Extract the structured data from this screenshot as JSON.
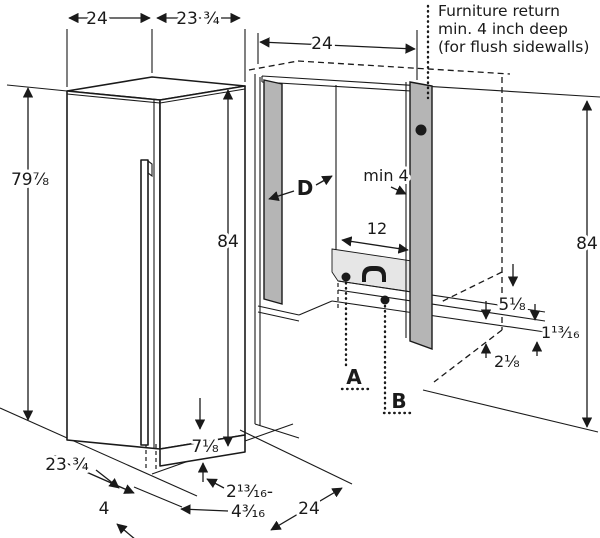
{
  "colors": {
    "line": "#1a1a1a",
    "panel_gray": "#b5b5b5",
    "zone_gray": "#e6e6e6",
    "background": "#ffffff"
  },
  "appliance": {
    "width_top": "24",
    "depth_top": "23 ³⁄₄",
    "height": "79⁷⁄₈",
    "niche_height": "84",
    "base_height": "7¹⁄₈",
    "depth_bottom": "23 ³⁄₄",
    "front_clearance": "4",
    "toekick_min": "2¹³⁄₁₆-",
    "toekick_max": "4³⁄₁₆"
  },
  "niche": {
    "width_top": "24",
    "height": "84",
    "depth_bottom": "24",
    "note1": "Furniture return",
    "note2": "min. 4 inch deep",
    "note3": "(for flush sidewalls)",
    "panel_label": "D",
    "return_depth": "min 4",
    "utility_zone_width": "12",
    "utility_zone_height": "5¹⁄₈",
    "outlet_offset": "1¹³⁄₁₆",
    "rear_gap": "2¹⁄₈",
    "point_a": "A",
    "point_b": "B"
  }
}
